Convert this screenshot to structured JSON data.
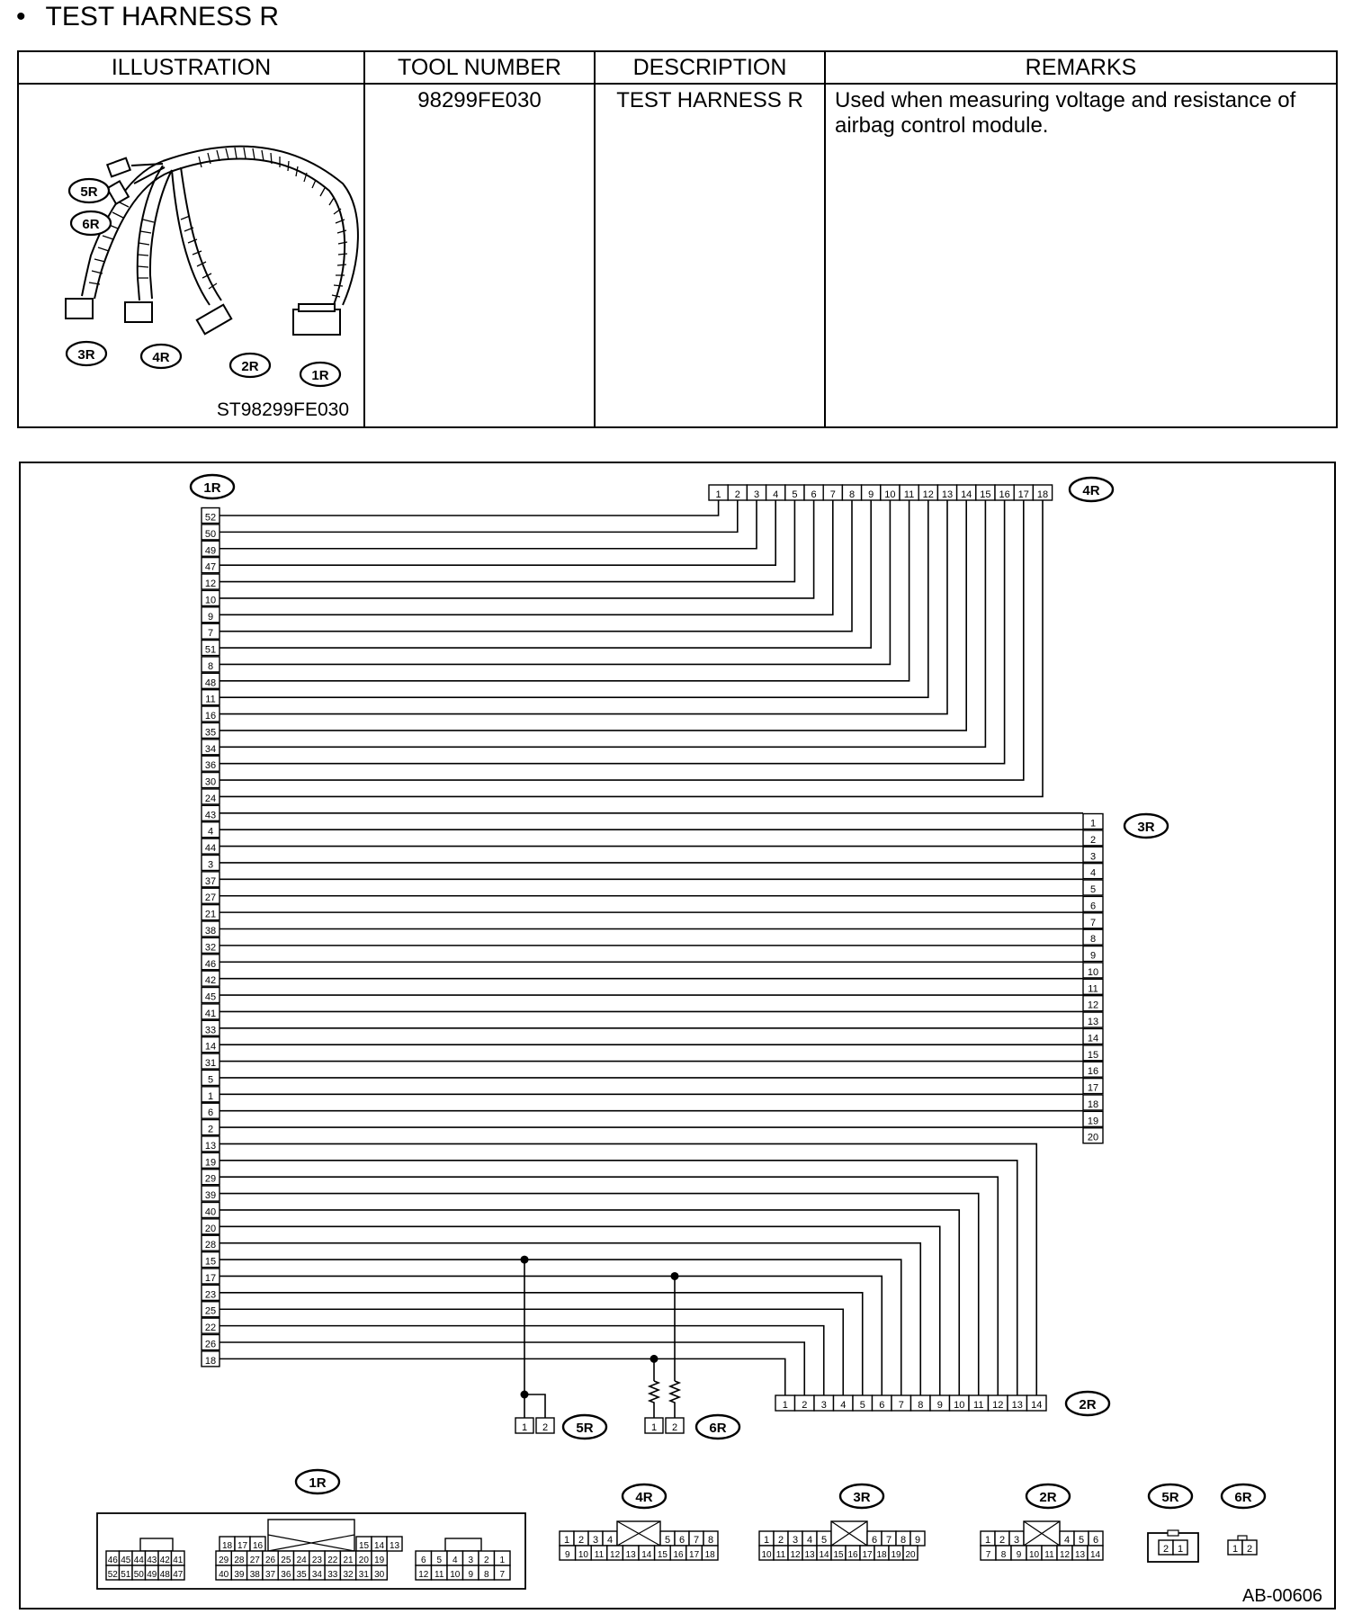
{
  "header": {
    "bullet": "•",
    "title": "TEST HARNESS R"
  },
  "table": {
    "headers": [
      "ILLUSTRATION",
      "TOOL NUMBER",
      "DESCRIPTION",
      "REMARKS"
    ],
    "illustration_code": "ST98299FE030",
    "illustration_labels": [
      "5R",
      "6R",
      "3R",
      "4R",
      "2R",
      "1R"
    ],
    "tool_number": "98299FE030",
    "description": "TEST HARNESS R",
    "remarks": "Used when measuring voltage and resistance of airbag control module."
  },
  "diagram": {
    "figure_code": "AB-00606",
    "left_connector": {
      "label": "1R",
      "pins": [
        "52",
        "50",
        "49",
        "47",
        "12",
        "10",
        "9",
        "7",
        "51",
        "8",
        "48",
        "11",
        "16",
        "35",
        "34",
        "36",
        "30",
        "24",
        "43",
        "4",
        "44",
        "3",
        "37",
        "27",
        "21",
        "38",
        "32",
        "46",
        "42",
        "45",
        "41",
        "33",
        "14",
        "31",
        "5",
        "1",
        "6",
        "2",
        "13",
        "19",
        "29",
        "39",
        "40",
        "20",
        "28",
        "15",
        "17",
        "23",
        "25",
        "22",
        "26",
        "18"
      ]
    },
    "connector_4R": {
      "label": "4R",
      "pins": [
        "1",
        "2",
        "3",
        "4",
        "5",
        "6",
        "7",
        "8",
        "9",
        "10",
        "11",
        "12",
        "13",
        "14",
        "15",
        "16",
        "17",
        "18"
      ]
    },
    "connector_3R": {
      "label": "3R",
      "pins": [
        "1",
        "2",
        "3",
        "4",
        "5",
        "6",
        "7",
        "8",
        "9",
        "10",
        "11",
        "12",
        "13",
        "14",
        "15",
        "16",
        "17",
        "18",
        "19",
        "20"
      ]
    },
    "connector_2R": {
      "label": "2R",
      "pins": [
        "1",
        "2",
        "3",
        "4",
        "5",
        "6",
        "7",
        "8",
        "9",
        "10",
        "11",
        "12",
        "13",
        "14"
      ]
    },
    "connector_5R": {
      "label": "5R",
      "pins": [
        "1",
        "2"
      ]
    },
    "connector_6R": {
      "label": "6R",
      "pins": [
        "1",
        "2"
      ]
    },
    "faces": {
      "1R": {
        "label": "1R",
        "a_top": [
          "46",
          "45",
          "44",
          "43",
          "42",
          "41"
        ],
        "a_bot": [
          "52",
          "51",
          "50",
          "49",
          "48",
          "47"
        ],
        "b_top_left": [
          "18",
          "17",
          "16"
        ],
        "b_top_right": [
          "15",
          "14",
          "13"
        ],
        "b_mid": [
          "29",
          "28",
          "27",
          "26",
          "25",
          "24",
          "23",
          "22",
          "21",
          "20",
          "19"
        ],
        "b_bot": [
          "40",
          "39",
          "38",
          "37",
          "36",
          "35",
          "34",
          "33",
          "32",
          "31",
          "30"
        ],
        "c_top": [
          "6",
          "5",
          "4",
          "3",
          "2",
          "1"
        ],
        "c_bot": [
          "12",
          "11",
          "10",
          "9",
          "8",
          "7"
        ]
      },
      "4R": {
        "label": "4R",
        "top_left": [
          "1",
          "2",
          "3",
          "4"
        ],
        "top_right": [
          "5",
          "6",
          "7",
          "8"
        ],
        "bot": [
          "9",
          "10",
          "11",
          "12",
          "13",
          "14",
          "15",
          "16",
          "17",
          "18"
        ]
      },
      "3R": {
        "label": "3R",
        "top_left": [
          "1",
          "2",
          "3",
          "4",
          "5"
        ],
        "top_right": [
          "6",
          "7",
          "8",
          "9"
        ],
        "bot": [
          "10",
          "11",
          "12",
          "13",
          "14",
          "15",
          "16",
          "17",
          "18",
          "19",
          "20"
        ]
      },
      "2R": {
        "label": "2R",
        "top_left": [
          "1",
          "2",
          "3"
        ],
        "top_right": [
          "4",
          "5",
          "6"
        ],
        "bot": [
          "7",
          "8",
          "9",
          "10",
          "11",
          "12",
          "13",
          "14"
        ]
      },
      "5R": {
        "label": "5R",
        "pins": [
          "2",
          "1"
        ]
      },
      "6R": {
        "label": "6R",
        "pins": [
          "1",
          "2"
        ]
      }
    }
  }
}
